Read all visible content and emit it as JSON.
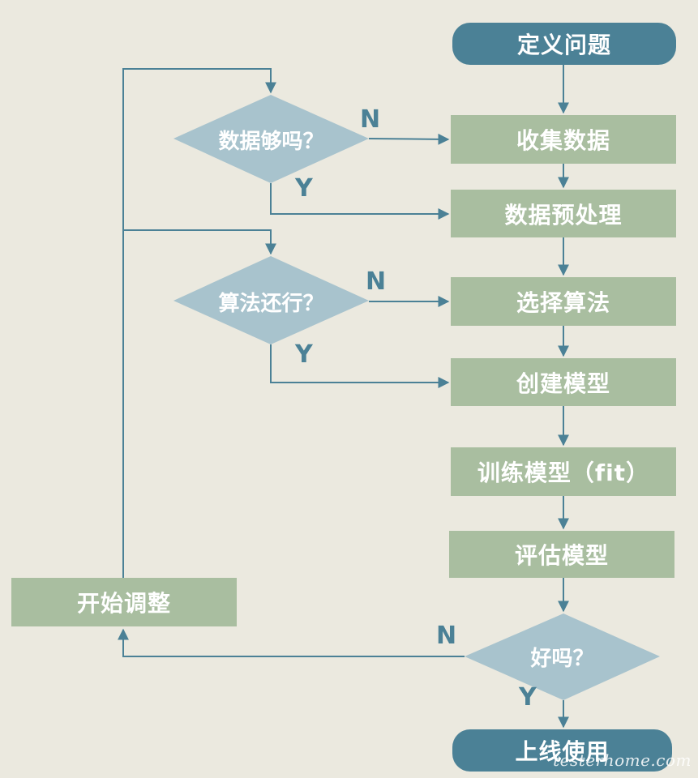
{
  "nodes": {
    "define_problem": "定义问题",
    "collect_data": "收集数据",
    "preprocess": "数据预处理",
    "choose_algorithm": "选择算法",
    "build_model": "创建模型",
    "train_model": "训练模型（fit）",
    "evaluate_model": "评估模型",
    "deploy": "上线使用",
    "start_adjust": "开始调整"
  },
  "decisions": {
    "enough_data": "数据够吗？",
    "algorithm_ok": "算法还行？",
    "good": "好吗？"
  },
  "branch_labels": {
    "yes": "Y",
    "no": "N"
  },
  "watermark": "testerhome.com",
  "colors": {
    "background": "#ebe9df",
    "terminal": "#4b8196",
    "process": "#a9bea0",
    "decision": "#a8c3cd",
    "connector": "#4b8196"
  }
}
